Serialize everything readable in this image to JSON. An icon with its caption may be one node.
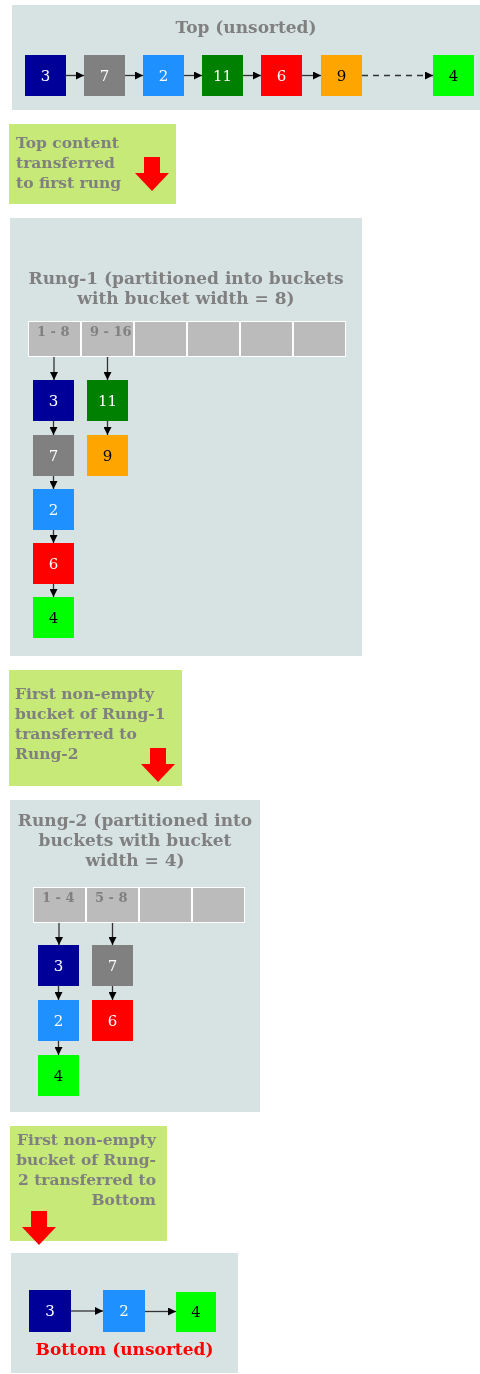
{
  "diagram": {
    "nodes": [
      {
        "text": [
          "Top (unsorted)"
        ]
      },
      {
        "text": [
          "3"
        ],
        "in": 0
      },
      {
        "text": [
          "7"
        ],
        "in": 0
      },
      {
        "text": [
          "2"
        ],
        "in": 0
      },
      {
        "text": [
          "11"
        ],
        "in": 0
      },
      {
        "text": [
          "6"
        ],
        "in": 0
      },
      {
        "text": [
          "9"
        ],
        "in": 0
      },
      {
        "text": [
          "4"
        ],
        "in": 0
      },
      {
        "text": [
          "Top content transferred to first rung"
        ]
      },
      {
        "text": [
          "Rung-1 (partitioned into buckets with bucket width = 8)"
        ]
      },
      {
        "text": [
          "1 - 8"
        ],
        "in": 9
      },
      {
        "text": [
          "9 - 16"
        ],
        "in": 9
      },
      {
        "text": [],
        "shape": "box",
        "in": 9
      },
      {
        "text": [],
        "shape": "box",
        "in": 9
      },
      {
        "text": [],
        "shape": "box",
        "in": 9
      },
      {
        "text": [],
        "shape": "box",
        "in": 9
      },
      {
        "text": [
          "3"
        ],
        "in": 9
      },
      {
        "text": [
          "11"
        ],
        "in": 9
      },
      {
        "text": [
          "7"
        ],
        "in": 9
      },
      {
        "text": [
          "9"
        ],
        "in": 9
      },
      {
        "text": [
          "2"
        ],
        "in": 9
      },
      {
        "text": [
          "6"
        ],
        "in": 9
      },
      {
        "text": [
          "4"
        ],
        "in": 9
      },
      {
        "text": [
          "First non-empty bucket of Rung-1 transferred to Rung-2"
        ]
      },
      {
        "text": [
          "Rung-2 (partitioned into buckets with bucket width = 4)"
        ]
      },
      {
        "text": [
          "1 - 4"
        ],
        "in": 24
      },
      {
        "text": [
          "5 - 8"
        ],
        "in": 24
      },
      {
        "text": [],
        "shape": "box",
        "in": 24
      },
      {
        "text": [],
        "shape": "box",
        "in": 24
      },
      {
        "text": [
          "3"
        ],
        "in": 24
      },
      {
        "text": [
          "7"
        ],
        "in": 24
      },
      {
        "text": [
          "2"
        ],
        "in": 24
      },
      {
        "text": [
          "6"
        ],
        "in": 24
      },
      {
        "text": [
          "4"
        ],
        "in": 24
      },
      {
        "text": [
          "First non-empty bucket of Rung-2 transferred to Bottom"
        ]
      },
      {
        "text": [
          "Bottom (unsorted)"
        ]
      },
      {
        "text": [
          "3"
        ],
        "in": 35
      },
      {
        "text": [
          "2"
        ],
        "in": 35
      },
      {
        "text": [
          "4"
        ],
        "in": 35
      }
    ],
    "edges": [
      {
        "from": 1,
        "to": 2,
        "arrow": "to"
      },
      {
        "from": 2,
        "to": 3,
        "arrow": "to"
      },
      {
        "from": 3,
        "to": 4,
        "arrow": "to"
      },
      {
        "from": 4,
        "to": 5,
        "arrow": "to"
      },
      {
        "from": 5,
        "to": 6,
        "arrow": "to"
      },
      {
        "from": 6,
        "to": 7,
        "arrow": "to",
        "style": "dashed"
      },
      {
        "from": 10,
        "to": 16,
        "arrow": "to"
      },
      {
        "from": 16,
        "to": 18,
        "arrow": "to"
      },
      {
        "from": 18,
        "to": 20,
        "arrow": "to"
      },
      {
        "from": 20,
        "to": 21,
        "arrow": "to"
      },
      {
        "from": 21,
        "to": 22,
        "arrow": "to"
      },
      {
        "from": 11,
        "to": 17,
        "arrow": "to"
      },
      {
        "from": 17,
        "to": 19,
        "arrow": "to"
      },
      {
        "from": 25,
        "to": 29,
        "arrow": "to"
      },
      {
        "from": 29,
        "to": 31,
        "arrow": "to"
      },
      {
        "from": 31,
        "to": 33,
        "arrow": "to"
      },
      {
        "from": 26,
        "to": 30,
        "arrow": "to"
      },
      {
        "from": 30,
        "to": 32,
        "arrow": "to"
      },
      {
        "from": 36,
        "to": 37,
        "arrow": "to"
      },
      {
        "from": 37,
        "to": 38,
        "arrow": "to"
      }
    ]
  }
}
